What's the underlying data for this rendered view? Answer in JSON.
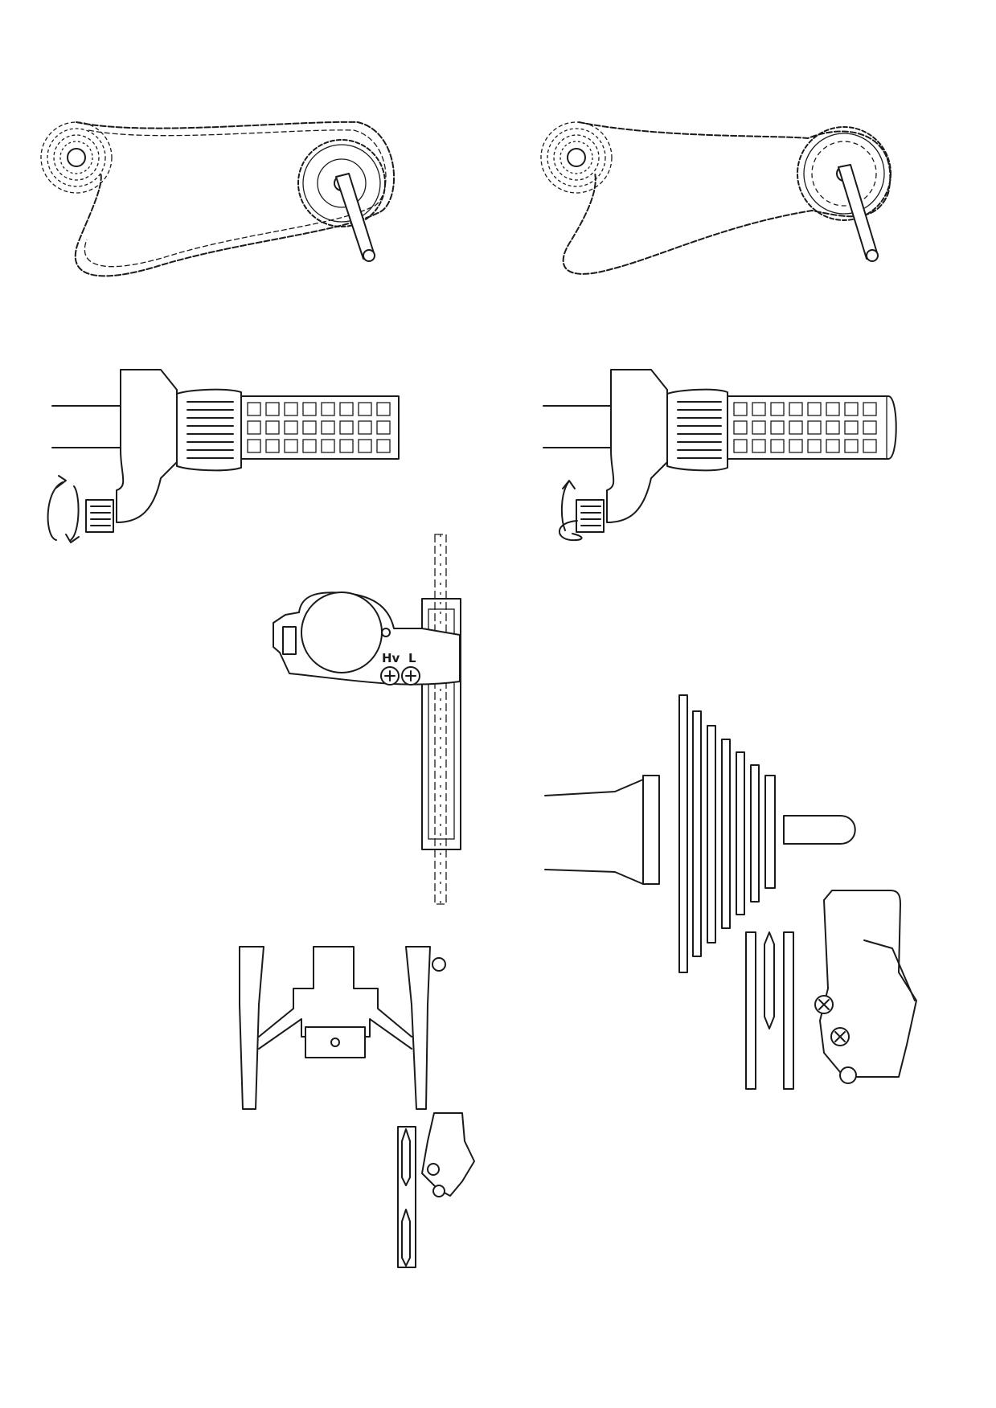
{
  "figures": [
    {
      "id": "drivetrain-small-chainring"
    },
    {
      "id": "drivetrain-large-chainring"
    },
    {
      "id": "shifter-barrel-adjuster-both-ways"
    },
    {
      "id": "shifter-barrel-adjuster-one-way"
    },
    {
      "id": "front-derailleur-limit-screws"
    },
    {
      "id": "rear-cassette-derailleur"
    },
    {
      "id": "rear-dropout-derailleur"
    }
  ],
  "labels": {
    "high_limit": "Hv",
    "low_limit": "L"
  },
  "icons": [
    "rotate-both-ways-icon",
    "rotate-one-way-icon",
    "limit-screw-icon"
  ],
  "colors": {
    "line": "#1a1a1a",
    "background": "#ffffff"
  }
}
